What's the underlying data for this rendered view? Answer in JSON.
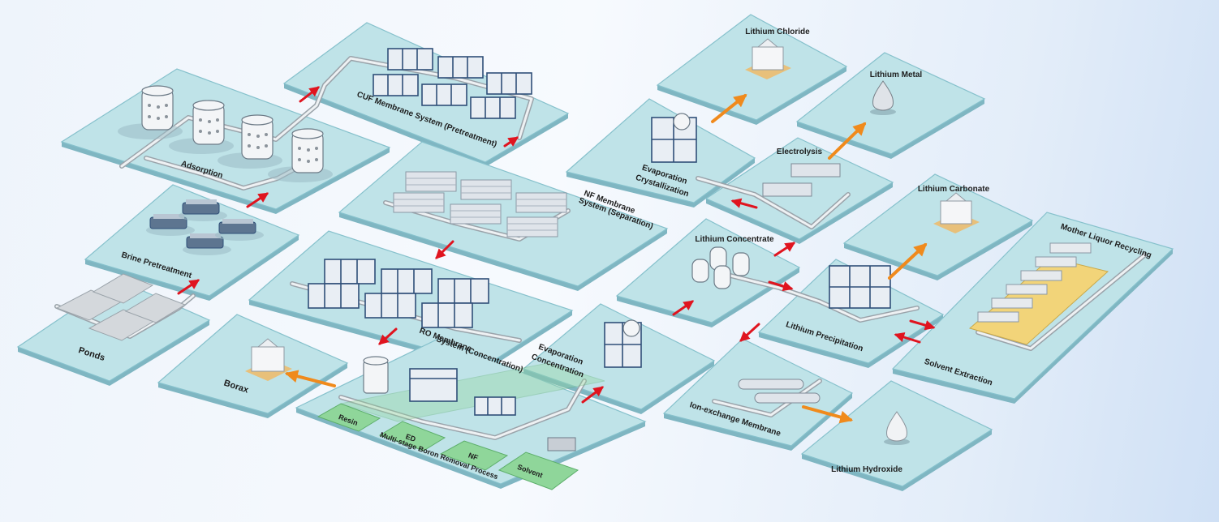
{
  "platforms": {
    "ponds": "Ponds",
    "brine_pretreatment": "Brine Pretreatment",
    "adsorption": "Adsorption",
    "cuf": "CUF Membrane System (Pretreatment)",
    "nf_line1": "NF Membrane",
    "nf_line2": "System (Separation)",
    "ro_line1": "RO Membrane",
    "ro_line2": "System (Concentration)",
    "borax": "Borax",
    "boron_title": "Multi-stage Boron Removal Process",
    "boron_resin": "Resin",
    "boron_ed": "ED",
    "boron_nf": "NF",
    "boron_solvent": "Solvent",
    "evap_conc_line1": "Evaporation",
    "evap_conc_line2": "Concentration",
    "evap_cryst_line1": "Evaporation",
    "evap_cryst_line2": "Crystallization",
    "lithium_chloride": "Lithium Chloride",
    "lithium_metal": "Lithium Metal",
    "electrolysis": "Electrolysis",
    "lithium_concentrate": "Lithium Concentrate",
    "lithium_carbonate": "Lithium Carbonate",
    "lithium_precipitation": "Lithium Precipitation",
    "mother_liquor": "Mother Liquor Recycling",
    "solvent_extraction": "Solvent Extraction",
    "ion_exchange": "Ion-exchange Membrane",
    "lithium_hydroxide": "Lithium Hydroxide"
  },
  "colors": {
    "platform": "#bfe3e8",
    "boron_subplatform": "#8fd69a",
    "process_arrow": "#e0141f",
    "product_arrow": "#f08a1c",
    "frame": "#2f4f78"
  }
}
